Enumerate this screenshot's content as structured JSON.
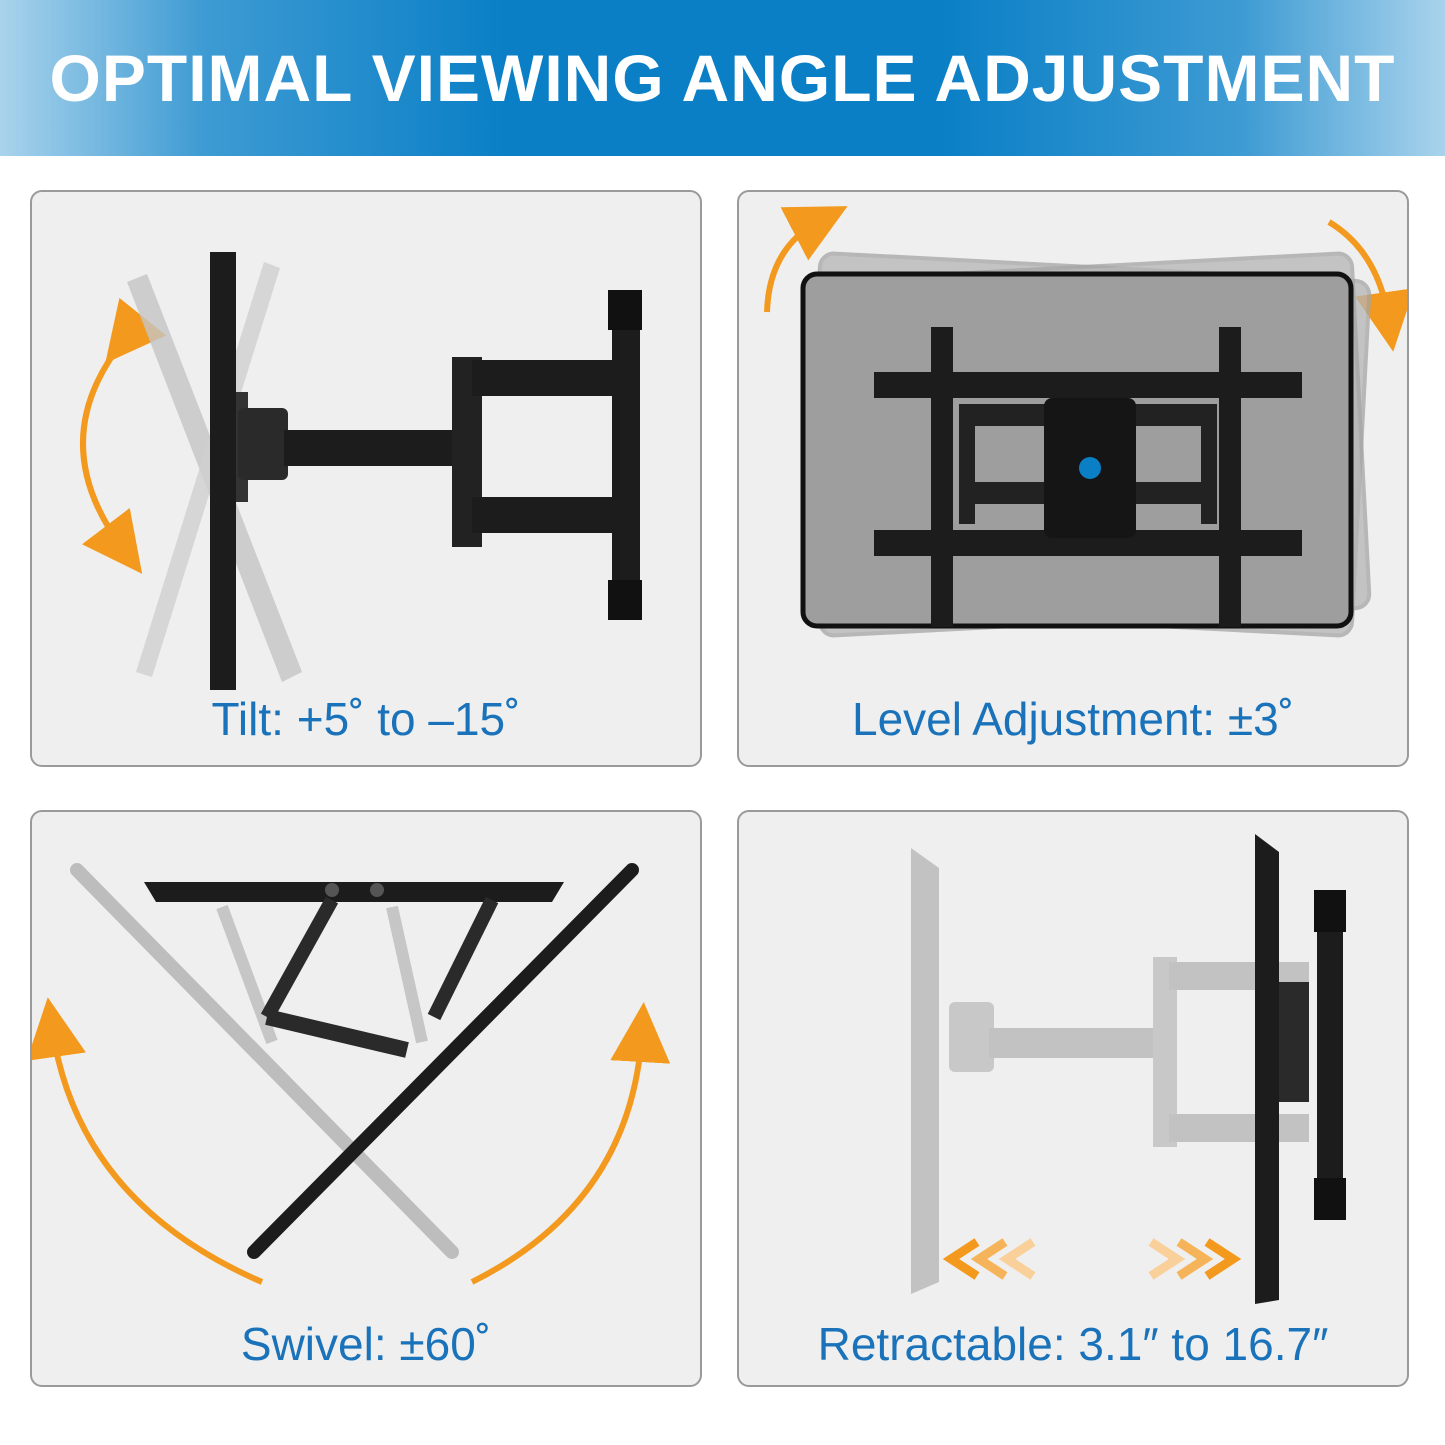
{
  "header": {
    "title": "OPTIMAL VIEWING ANGLE ADJUSTMENT"
  },
  "panels": [
    {
      "caption": "Tilt: +5˚ to –15˚",
      "illustration": "tilt-illustration"
    },
    {
      "caption": "Level Adjustment: ±3˚",
      "illustration": "level-illustration"
    },
    {
      "caption": "Swivel: ±60˚",
      "illustration": "swivel-illustration"
    },
    {
      "caption": "Retractable: 3.1″ to 16.7″",
      "illustration": "retract-illustration"
    }
  ],
  "colors": {
    "banner_blue": "#0a7fc6",
    "caption_blue": "#1a73ba",
    "arrow_orange": "#f39a1e",
    "panel_bg": "#efefef",
    "bracket_dark": "#1c1c1c",
    "ghost_gray": "#b9b9b9"
  }
}
